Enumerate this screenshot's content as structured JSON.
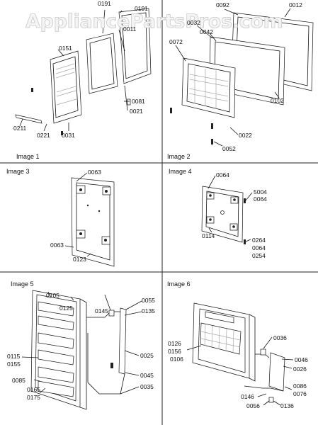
{
  "watermark": "AppliancePartsPros.com",
  "panels": [
    {
      "caption": "Image 1",
      "labels": [
        "0191",
        "0191",
        "0011",
        "0151",
        "0081",
        "0021",
        "0211",
        "0221",
        "0031"
      ]
    },
    {
      "caption": "Image 2",
      "labels": [
        "0092",
        "0012",
        "0032",
        "0042",
        "0072",
        "0102",
        "0022",
        "0052"
      ]
    },
    {
      "caption": "Image 3",
      "labels": [
        "0063",
        "0063",
        "0123"
      ]
    },
    {
      "caption": "Image 4",
      "labels": [
        "0064",
        "5004",
        "0064",
        "0114",
        "0264",
        "0064",
        "0254"
      ]
    },
    {
      "caption": "Image 5",
      "labels": [
        "0105",
        "0125",
        "0145",
        "0055",
        "0135",
        "0115",
        "0155",
        "0025",
        "0085",
        "0045",
        "0165",
        "0175",
        "0035"
      ]
    },
    {
      "caption": "Image 6",
      "labels": [
        "0126",
        "0156",
        "0106",
        "0036",
        "0046",
        "0026",
        "0086",
        "0076",
        "0146",
        "0056",
        "0136"
      ]
    }
  ]
}
